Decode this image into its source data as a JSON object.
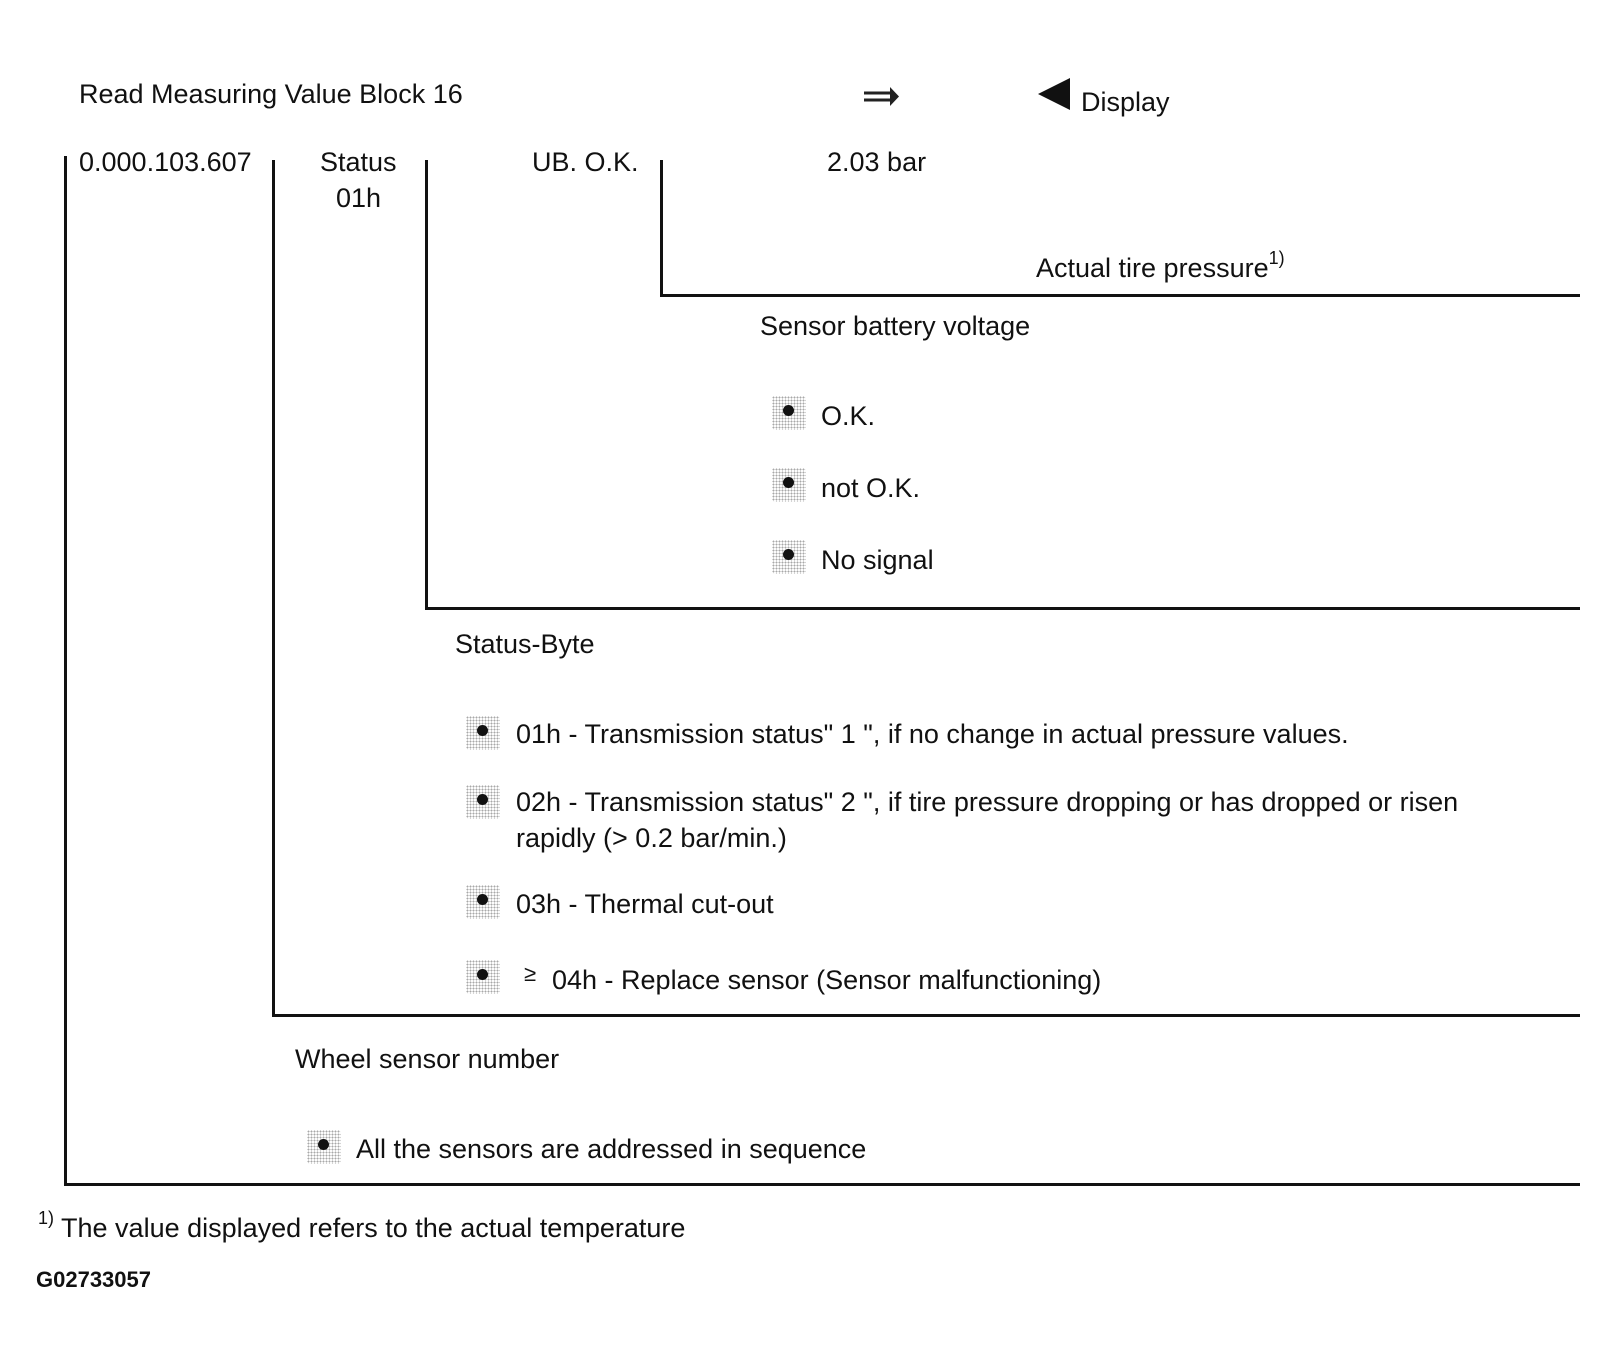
{
  "header": {
    "title": "Read Measuring Value Block 16",
    "display_label": "Display"
  },
  "values_row": {
    "sensor_number": "0.000.103.607",
    "status_line1": "Status",
    "status_line2": "01h",
    "battery": "UB. O.K.",
    "pressure": "2.03 bar"
  },
  "pressure_group": {
    "label": "Actual tire pressure",
    "footnote_mark": "1)"
  },
  "battery_group": {
    "label": "Sensor battery voltage",
    "items": [
      "O.K.",
      "not O.K.",
      "No signal"
    ]
  },
  "status_group": {
    "label": "Status-Byte",
    "items": [
      "01h - Transmission status\" 1 \", if no change in actual pressure values.",
      "02h - Transmission status\" 2 \", if tire pressure dropping or has dropped or risen",
      "03h - Thermal cut-out",
      "04h - Replace sensor (Sensor malfunctioning)"
    ],
    "item2_continuation": "rapidly (> 0.2 bar/min.)",
    "ge_symbol": "≥"
  },
  "sensor_group": {
    "label": "Wheel sensor number",
    "items": [
      "All the sensors are addressed in sequence"
    ]
  },
  "footnote": {
    "mark": "1)",
    "text": "The value displayed refers to the actual temperature"
  },
  "figure_code": "G02733057",
  "icons": {
    "arrow": "double-right-arrow-icon",
    "display": "left-triangle-icon"
  }
}
